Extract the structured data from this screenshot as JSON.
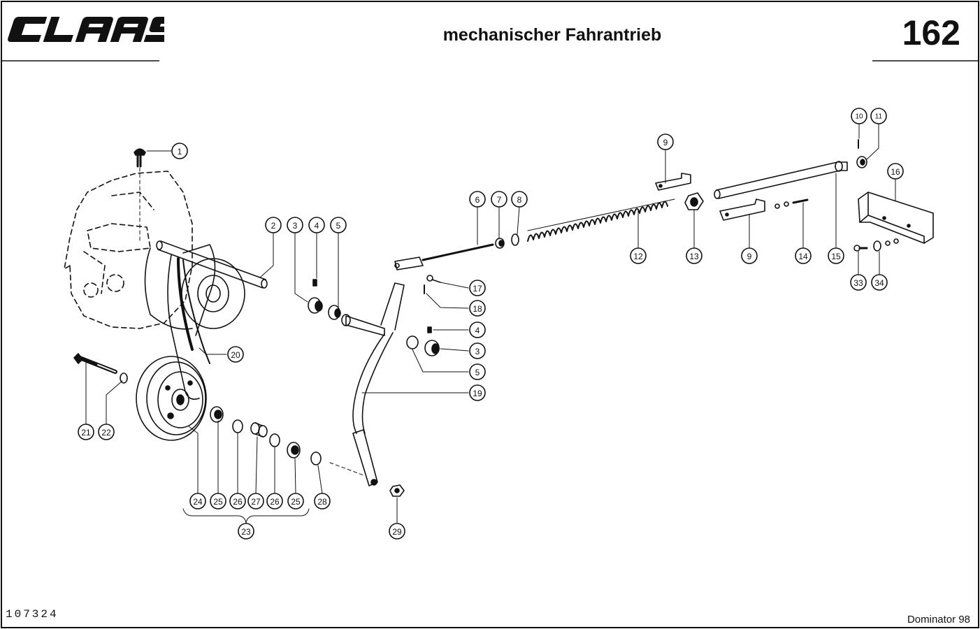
{
  "header": {
    "brand": "CLAAS",
    "title": "mechanischer Fahrantrieb",
    "page_number": "162"
  },
  "footer": {
    "document_number": "107324",
    "model": "Dominator 98"
  },
  "callouts": [
    {
      "label": "1"
    },
    {
      "label": "2"
    },
    {
      "label": "3"
    },
    {
      "label": "4"
    },
    {
      "label": "5"
    },
    {
      "label": "6"
    },
    {
      "label": "7"
    },
    {
      "label": "8"
    },
    {
      "label": "9"
    },
    {
      "label": "9"
    },
    {
      "label": "10"
    },
    {
      "label": "11"
    },
    {
      "label": "12"
    },
    {
      "label": "13"
    },
    {
      "label": "14"
    },
    {
      "label": "15"
    },
    {
      "label": "16"
    },
    {
      "label": "17"
    },
    {
      "label": "18"
    },
    {
      "label": "4"
    },
    {
      "label": "3"
    },
    {
      "label": "5"
    },
    {
      "label": "19"
    },
    {
      "label": "20"
    },
    {
      "label": "21"
    },
    {
      "label": "22"
    },
    {
      "label": "24"
    },
    {
      "label": "25"
    },
    {
      "label": "26"
    },
    {
      "label": "27"
    },
    {
      "label": "26"
    },
    {
      "label": "25"
    },
    {
      "label": "28"
    },
    {
      "label": "29"
    },
    {
      "label": "23"
    },
    {
      "label": "33"
    },
    {
      "label": "34"
    }
  ],
  "colors": {
    "ink": "#111111",
    "paper": "#ffffff"
  }
}
